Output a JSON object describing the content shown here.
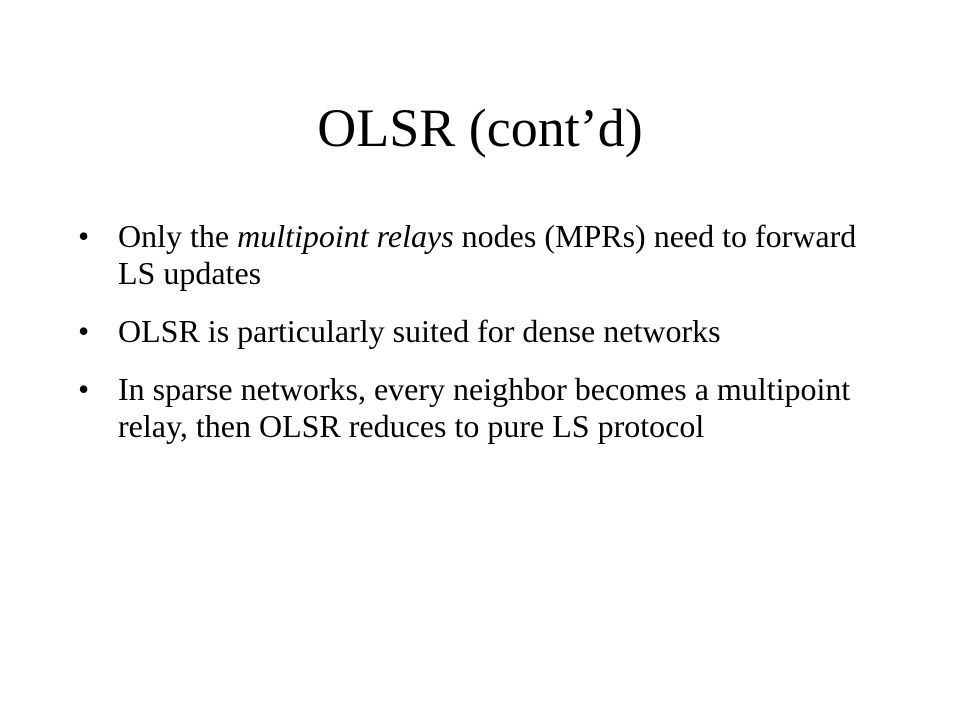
{
  "slide": {
    "title": "OLSR (cont’d)",
    "bullet_marker": "•",
    "bullets": [
      {
        "pre": "Only the ",
        "emphasis": "multipoint relays",
        "post": " nodes (MPRs) need to forward LS updates"
      },
      {
        "text": "OLSR is particularly suited for dense networks"
      },
      {
        "text": "In sparse networks, every neighbor becomes a multipoint relay, then OLSR reduces to pure LS protocol"
      }
    ]
  }
}
